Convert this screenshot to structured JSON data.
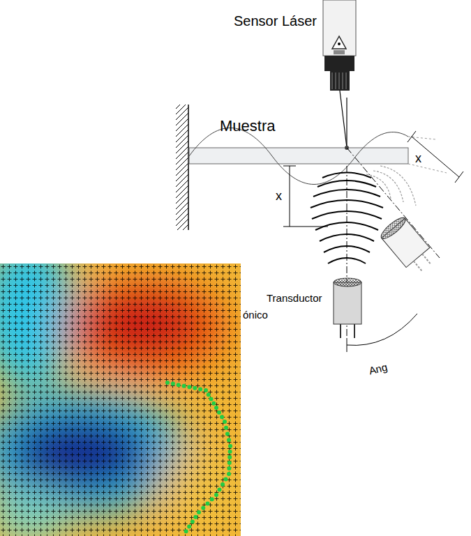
{
  "diagram": {
    "labels": [
      "Sensor Láser",
      "Muestra",
      "x",
      "x",
      "Transductor",
      "ónico",
      "Ang"
    ]
  }
}
